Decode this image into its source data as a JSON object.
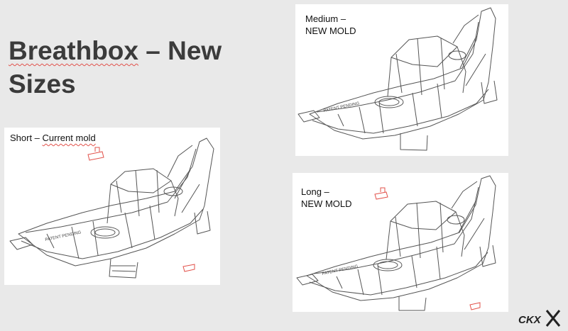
{
  "slide": {
    "title_part1": "Breathbox",
    "title_part2": " – New",
    "title_line2": "Sizes"
  },
  "panels": {
    "short": {
      "label_prefix": "Short – ",
      "label_underlined": "Current mold",
      "engraving": "PATENT PENDING"
    },
    "medium": {
      "label_line1": "Medium –",
      "label_line2": "NEW MOLD",
      "engraving": "PATENT PENDING"
    },
    "long": {
      "label_line1": "Long –",
      "label_line2": "NEW MOLD",
      "engraving": "PATENT PENDING"
    }
  },
  "logo": {
    "text": "CKX"
  },
  "colors": {
    "background": "#e9e9e9",
    "panel": "#ffffff",
    "line": "#555555",
    "annotation_red": "#e2514a",
    "title": "#3b3b3b"
  },
  "icons": {
    "logo_mark": "ckx-logo-icon"
  }
}
